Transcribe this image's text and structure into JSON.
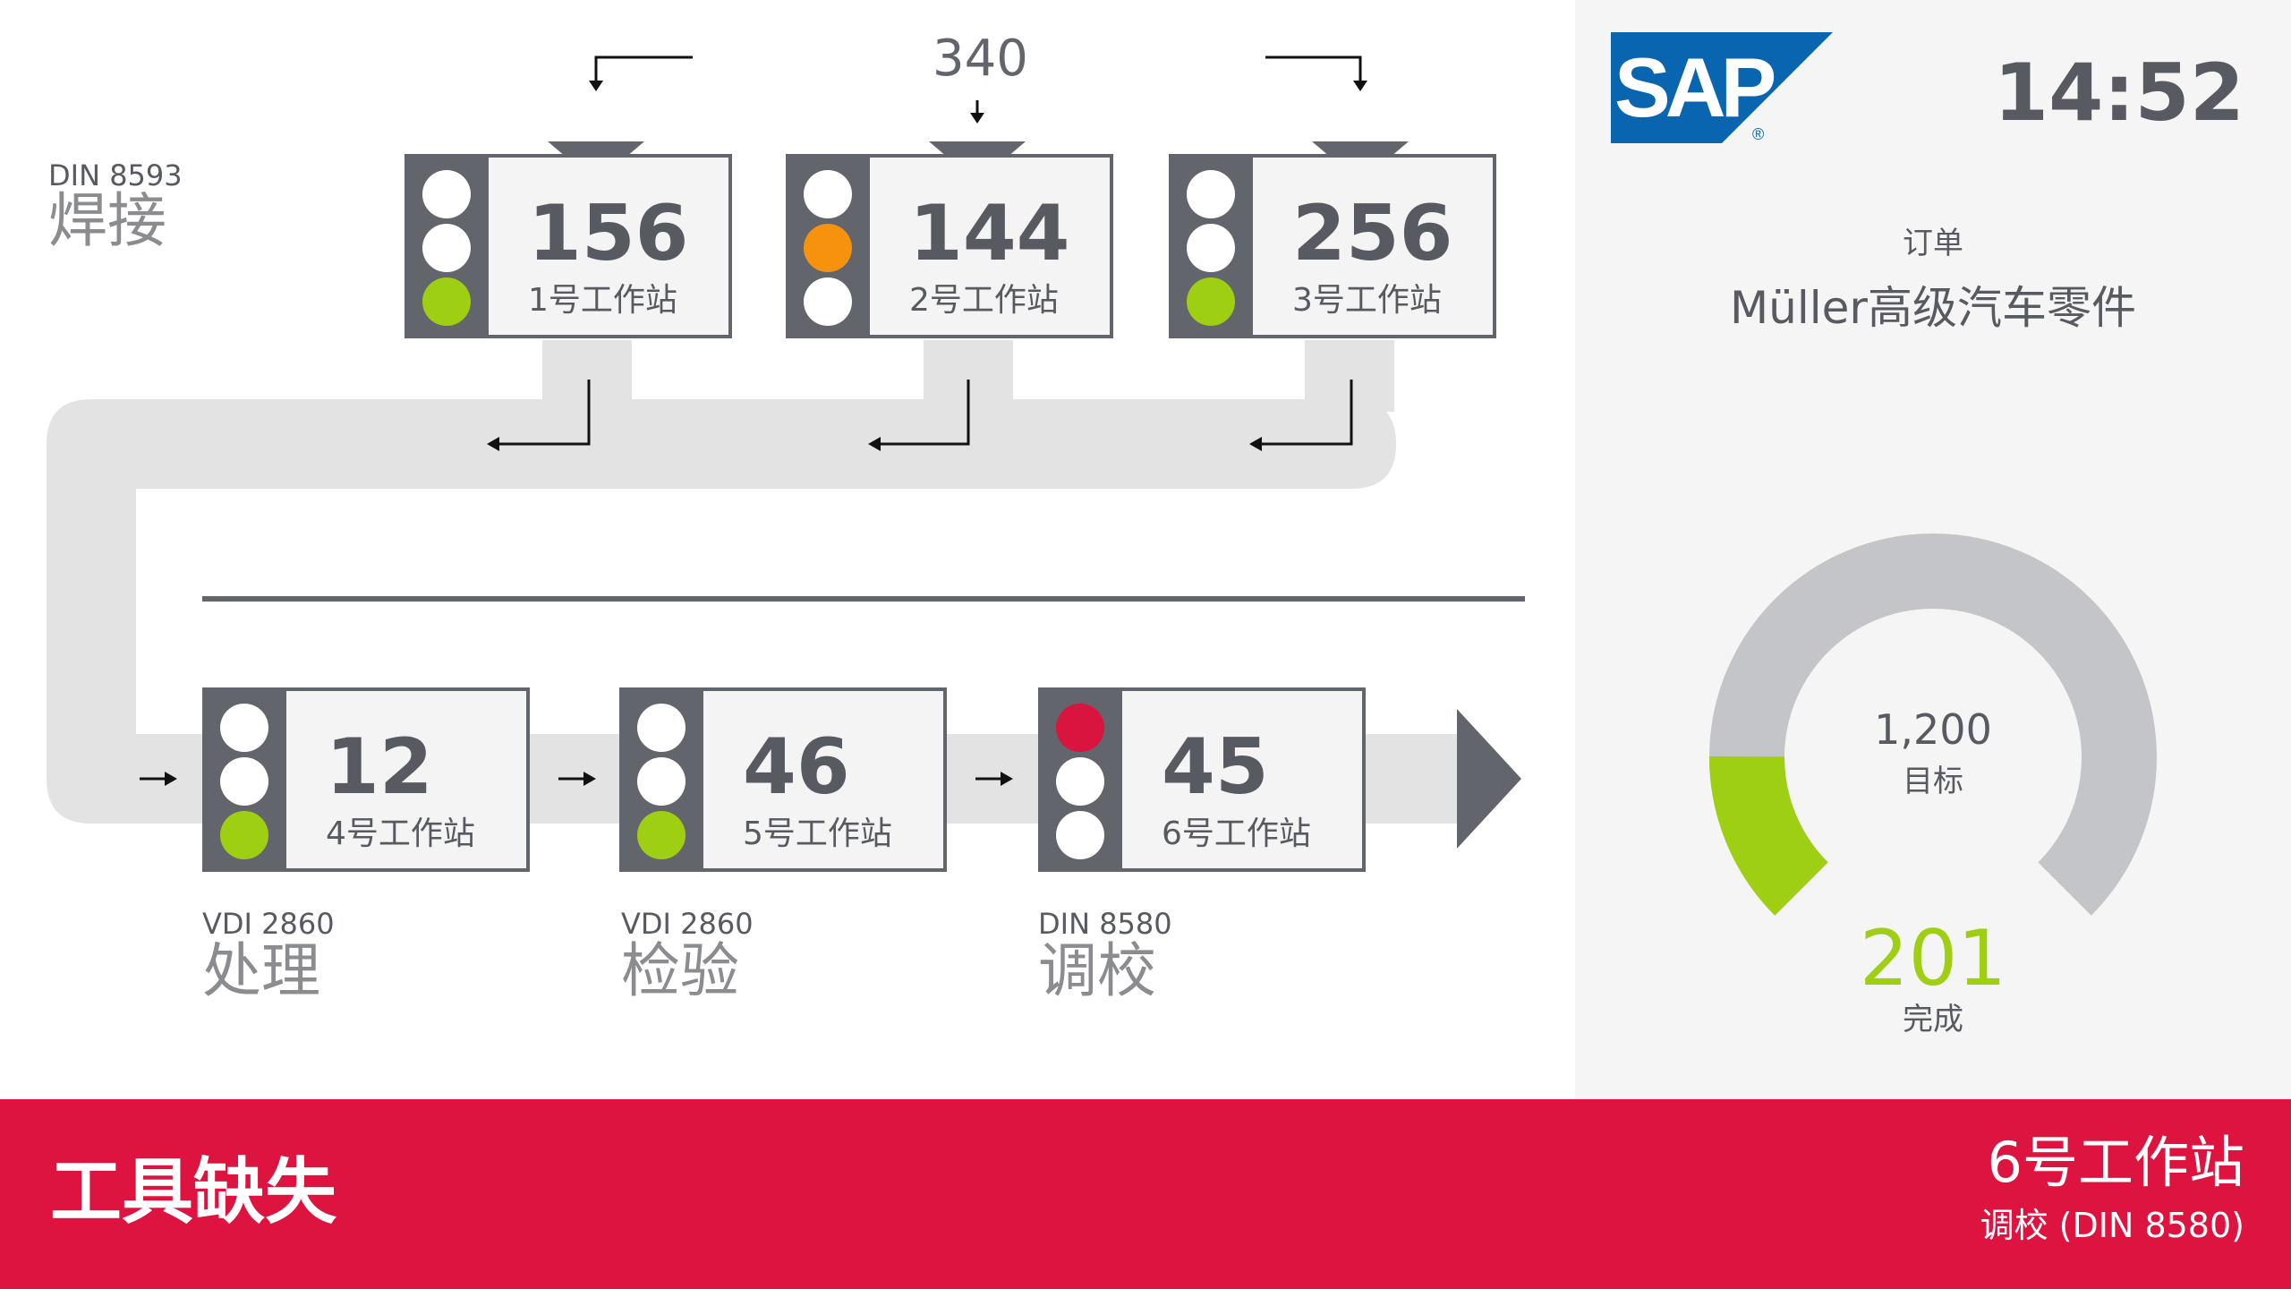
{
  "flow": {
    "incoming_qty": "340",
    "welding": {
      "code": "DIN 8593",
      "name": "焊接"
    },
    "processing": {
      "code": "VDI 2860",
      "name": "处理"
    },
    "inspection": {
      "code": "VDI 2860",
      "name": "检验"
    },
    "calibration": {
      "code": "DIN 8580",
      "name": "调校"
    }
  },
  "stations": [
    {
      "count": "156",
      "label": "1号工作站",
      "lights": [
        "off",
        "off",
        "green"
      ]
    },
    {
      "count": "144",
      "label": "2号工作站",
      "lights": [
        "off",
        "orange",
        "off"
      ]
    },
    {
      "count": "256",
      "label": "3号工作站",
      "lights": [
        "off",
        "off",
        "green"
      ]
    },
    {
      "count": "12",
      "label": "4号工作站",
      "lights": [
        "off",
        "off",
        "green"
      ]
    },
    {
      "count": "46",
      "label": "5号工作站",
      "lights": [
        "off",
        "off",
        "green"
      ]
    },
    {
      "count": "45",
      "label": "6号工作站",
      "lights": [
        "red",
        "off",
        "off"
      ]
    }
  ],
  "header": {
    "logo_text": "SAP",
    "time": "14:52"
  },
  "order": {
    "label": "订单",
    "value": "Müller高级汽车零件"
  },
  "progress": {
    "goal_value": "1,200",
    "goal_label": "目标",
    "done_value": "201",
    "done_label": "完成",
    "done_fraction": 0.1675
  },
  "alert": {
    "title": "工具缺失",
    "station": "6号工作站",
    "sub": "调校 (DIN 8580)"
  },
  "colors": {
    "dark_gray": "#62656b",
    "track_gray": "#e3e3e3",
    "green": "#9fcf12",
    "orange": "#f7920f",
    "red": "#d8143f",
    "alert_bg": "#dc143f"
  }
}
